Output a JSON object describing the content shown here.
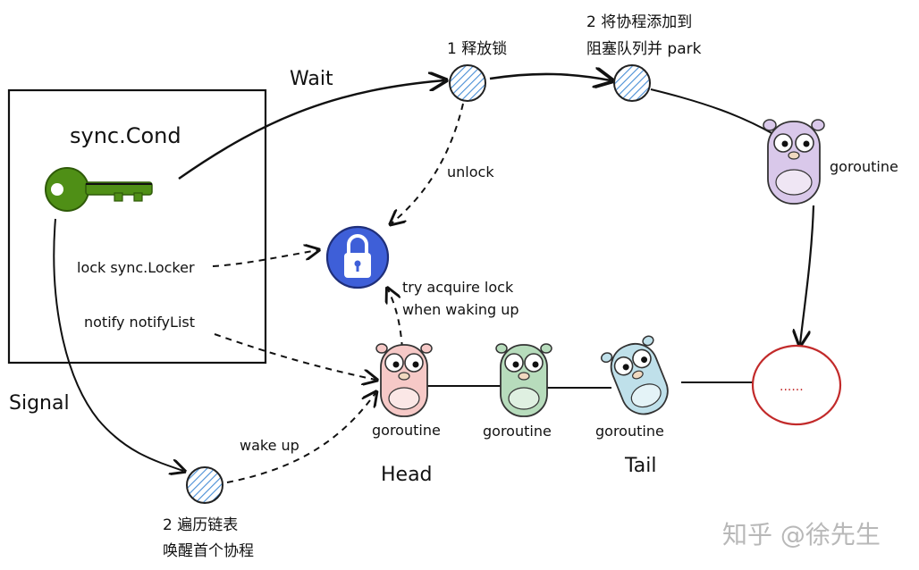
{
  "box": {
    "title": "sync.Cond",
    "field_lock": "lock sync.Locker",
    "field_notify": "notify notifyList"
  },
  "edges": {
    "wait": "Wait",
    "signal": "Signal",
    "unlock": "unlock",
    "wake_up": "wake up",
    "try_acquire_1": "try acquire lock",
    "try_acquire_2": "when waking up"
  },
  "steps": {
    "release": "1 释放锁",
    "add_line1": "2 将协程添加到",
    "add_line2": "阻塞队列并 park",
    "traverse_line1": "2 遍历链表",
    "traverse_line2": "唤醒首个协程"
  },
  "goroutines": {
    "top": "goroutine",
    "head": "goroutine",
    "middle": "goroutine",
    "tail": "goroutine"
  },
  "queue": {
    "head": "Head",
    "tail": "Tail",
    "more": "......"
  },
  "watermark": "知乎 @徐先生",
  "colors": {
    "gopher_top": "#d9c8ea",
    "gopher_head": "#f6c9c7",
    "gopher_mid": "#b7dcbc",
    "gopher_tail": "#bfe0ea",
    "lock": "#3e5fd8",
    "key": "#4f8f16",
    "ellipse": "#c22a2a",
    "hatch": "#4a8fd6"
  }
}
